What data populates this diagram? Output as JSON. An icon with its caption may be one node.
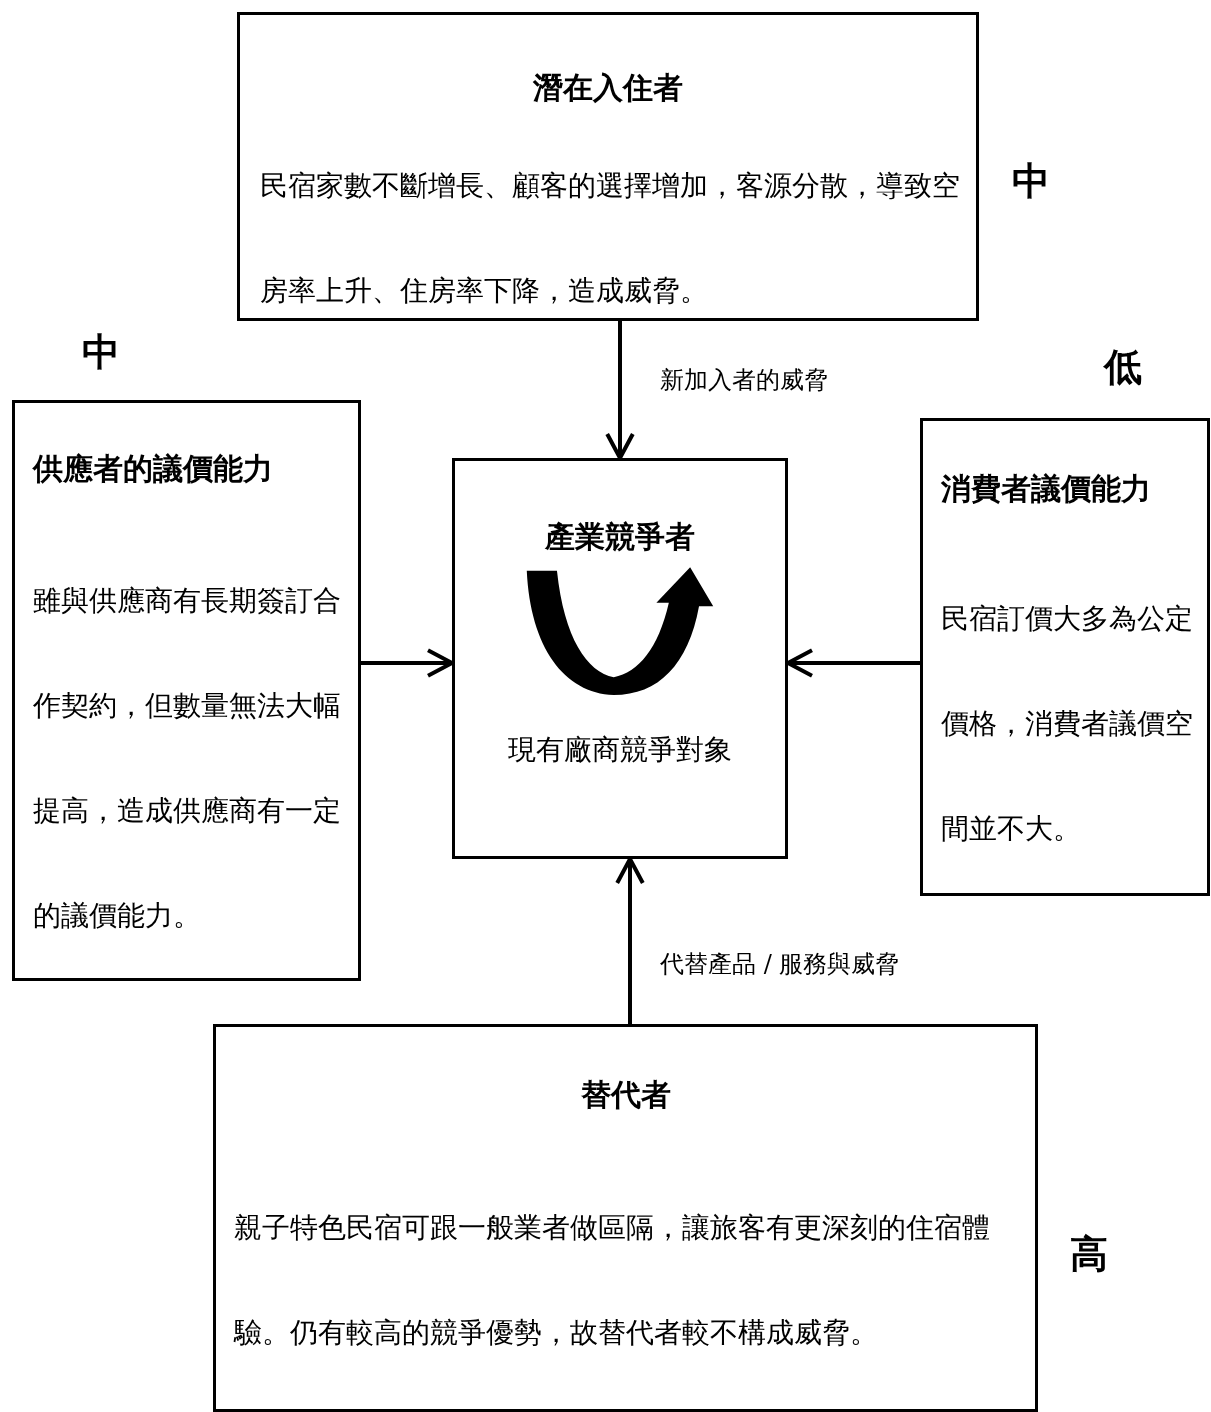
{
  "diagram": {
    "nodes": [
      {
        "text": [
          "潛在入住者",
          "民宿家數不斷增長、顧客的選擇增加，客源分散，導致空房率上升、住房率下降，造成威脅。"
        ],
        "beside": [
          "中"
        ]
      },
      {
        "text": [
          "供應者的議價能力",
          "雖與供應商有長期簽訂合作契約，但數量無法大幅提高，造成供應商有一定的議價能力。"
        ],
        "beside": [
          "中"
        ]
      },
      {
        "text": [
          "產業競爭者",
          "現有廠商競爭對象"
        ]
      },
      {
        "text": [
          "消費者議價能力",
          "民宿訂價大多為公定價格，消費者議價空間並不大。"
        ],
        "beside": [
          "低"
        ]
      },
      {
        "text": [
          "替代者",
          "親子特色民宿可跟一般業者做區隔，讓旅客有更深刻的住宿體驗。仍有較高的競爭優勢，故替代者較不構成威脅。"
        ],
        "beside": [
          "高"
        ]
      }
    ],
    "edges": [
      {
        "from": 0,
        "to": 2,
        "arrow": "to",
        "label": "新加入者的威脅"
      },
      {
        "from": 1,
        "to": 2,
        "arrow": "to"
      },
      {
        "from": 3,
        "to": 2,
        "arrow": "to"
      },
      {
        "from": 4,
        "to": 2,
        "arrow": "to",
        "label": "代替產品 / 服務與威脅"
      }
    ]
  }
}
